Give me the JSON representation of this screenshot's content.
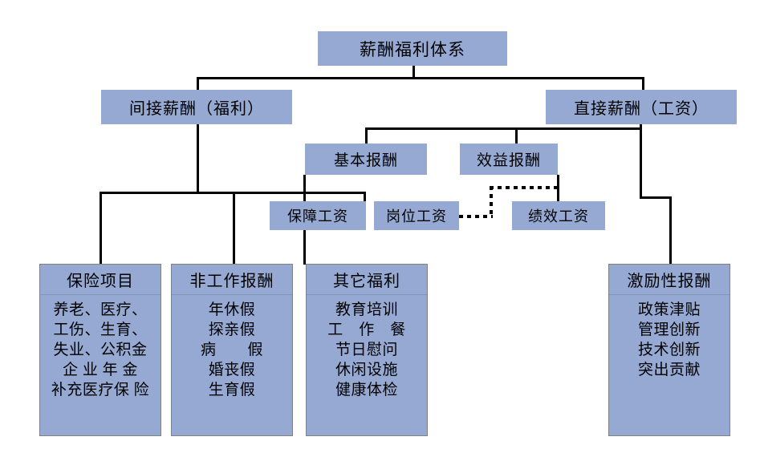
{
  "diagram": {
    "type": "organizational-hierarchy",
    "title": "薪酬福利体系",
    "background_color": "#ffffff",
    "node_fill_color": "#95a9d3",
    "line_color": "#000000",
    "border_color": "#808080"
  },
  "nodes": {
    "root": {
      "label": "薪酬福利体系"
    },
    "indirect": {
      "label": "间接薪酬（福利）"
    },
    "direct": {
      "label": "直接薪酬（工资）"
    },
    "basic_pay": {
      "label": "基本报酬"
    },
    "benefit_pay": {
      "label": "效益报酬"
    },
    "guarantee_wage": {
      "label": "保障工资"
    },
    "post_wage": {
      "label": "岗位工资"
    },
    "performance_wage": {
      "label": "绩效工资"
    }
  },
  "cards": [
    {
      "key": "insurance",
      "title": "保险项目",
      "lines": [
        "养老、医疗、",
        "工伤、生育、",
        "失业、公积金",
        "企 业 年 金",
        "补充医疗保 险"
      ]
    },
    {
      "key": "non_work_pay",
      "title": "非工作报酬",
      "lines": [
        "年休假",
        "探亲假",
        "病　　假",
        "婚丧假",
        "生育假"
      ]
    },
    {
      "key": "other_welfare",
      "title": "其它福利",
      "lines": [
        "教育培训",
        "工　作　餐",
        "节日慰问",
        "休闲设施",
        "健康体检"
      ]
    },
    {
      "key": "incentive_pay",
      "title": "激励性报酬",
      "lines": [
        "政策津贴",
        "管理创新",
        "技术创新",
        "突出贡献"
      ]
    }
  ]
}
